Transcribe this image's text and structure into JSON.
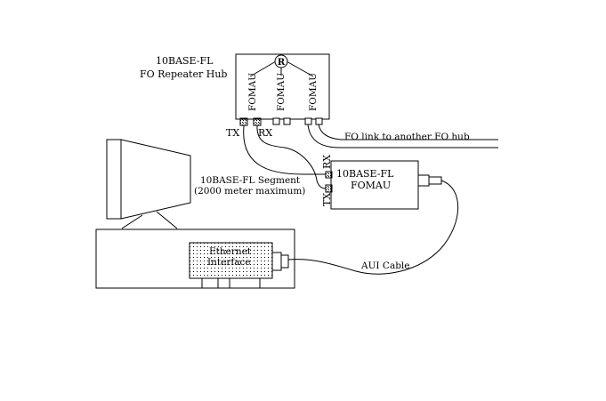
{
  "hub": {
    "title_line1": "10BASE-FL",
    "title_line2": "FO Repeater Hub",
    "repeater_symbol": "R",
    "fomau_labels": [
      "FOMAU",
      "FOMAU",
      "FOMAU"
    ],
    "tx_label": "TX",
    "rx_label": "RX"
  },
  "fo_link_label": "FO link to another FO hub",
  "segment": {
    "label_line1": "10BASE-FL Segment",
    "label_line2": "(2000 meter maximum)"
  },
  "remote_fomau": {
    "label_line1": "10BASE-FL",
    "label_line2": "FOMAU",
    "rx_label": "RX",
    "tx_label": "TX"
  },
  "computer": {
    "interface_line1": "Ethernet",
    "interface_line2": "Interface"
  },
  "aui_cable_label": "AUI Cable"
}
